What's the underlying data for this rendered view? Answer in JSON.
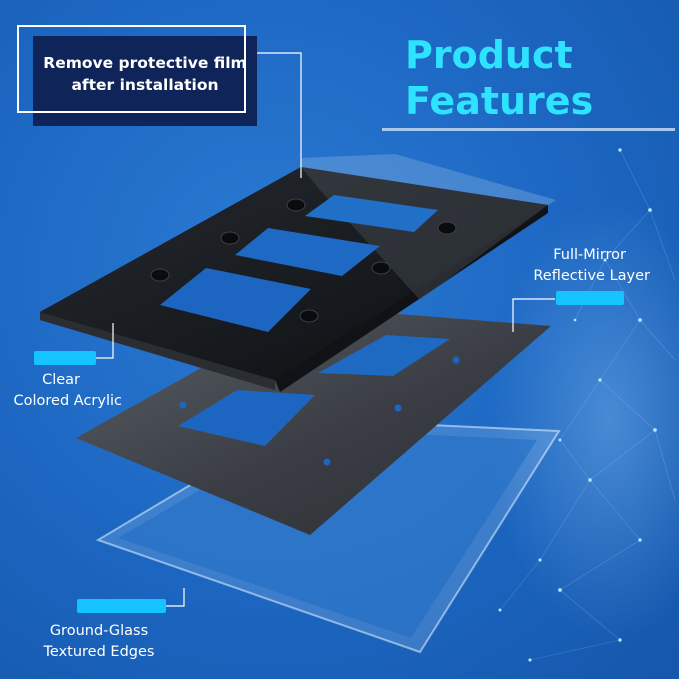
{
  "callout": {
    "text_line1": "Remove protective film",
    "text_line2": "after installation"
  },
  "heading": {
    "line1": "Product",
    "line2": "Features"
  },
  "labels": {
    "mirror_line1": "Full-Mirror",
    "mirror_line2": "Reflective Layer",
    "acrylic_line1": "Clear",
    "acrylic_line2": "Colored Acrylic",
    "glass_line1": "Ground-Glass",
    "glass_line2": "Textured Edges"
  },
  "colors": {
    "background": "#1c66c1",
    "accent_cyan": "#2ee3ff",
    "callout_box": "#0f2459",
    "tag": "#15c3ff"
  },
  "layers": [
    "ground-glass-frame-layer",
    "mirror-layer",
    "acrylic-plate-layer"
  ]
}
